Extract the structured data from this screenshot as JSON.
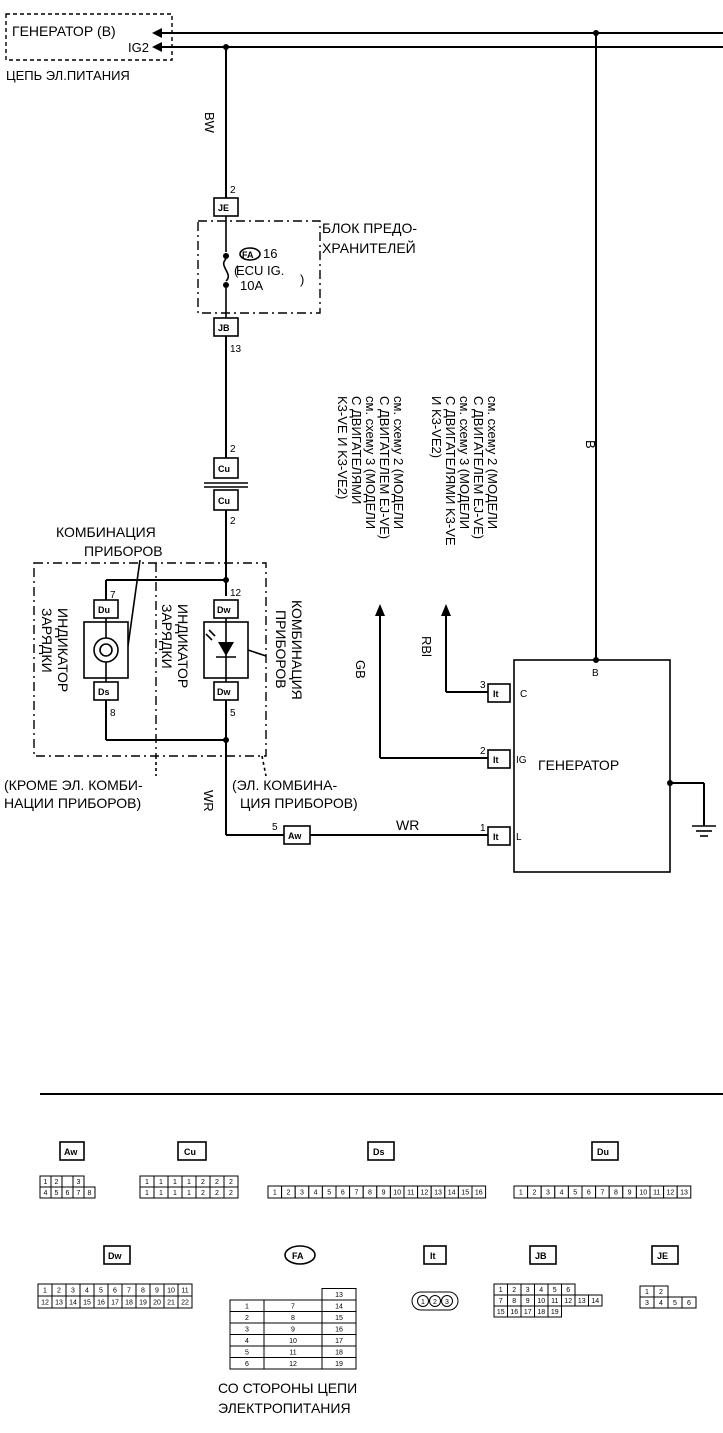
{
  "top": {
    "gen_b": "ГЕНЕРАТОР (B)",
    "ig2": "IG2",
    "power_circuit": "ЦЕПЬ ЭЛ.ПИТАНИЯ"
  },
  "wires": {
    "bw": "BW",
    "b": "B",
    "wr_vertical": "WR",
    "wr_horizontal": "WR",
    "gb": "GB",
    "rbl": "RBl"
  },
  "fuse_block": {
    "title_line1": "БЛОК ПРЕДО-",
    "title_line2": "ХРАНИТЕЛЕЙ",
    "fa_tag": "FA",
    "fuse_no": "16",
    "fuse_name": "ECU IG.",
    "fuse_rating": "10A",
    "je_tag": "JE",
    "je_pin": "2",
    "jb_tag": "JB",
    "jb_pin": "13"
  },
  "cu_connector": {
    "tag": "Cu",
    "pin_top": "2",
    "pin_bottom": "2"
  },
  "cluster": {
    "title_top_line1": "КОМБИНАЦИЯ",
    "title_top_line2": "ПРИБОРОВ",
    "title_right_line1": "КОМБИНАЦИЯ",
    "title_right_line2": "ПРИБОРОВ",
    "indicator_left_line1": "ИНДИКАТОР",
    "indicator_left_line2": "ЗАРЯДКИ",
    "indicator_right_line1": "ИНДИКАТОР",
    "indicator_right_line2": "ЗАРЯДКИ",
    "du_tag": "Du",
    "du_pin": "7",
    "ds_tag": "Ds",
    "ds_pin": "8",
    "dw_top_tag": "Dw",
    "dw_top_pin": "12",
    "dw_bot_tag": "Dw",
    "dw_bot_pin": "5",
    "except_line1": "(КРОМЕ ЭЛ. КОМБИ-",
    "except_line2": "НАЦИИ ПРИБОРОВ)",
    "electro_line1": "(ЭЛ. КОМБИНА-",
    "electro_line2": "ЦИЯ ПРИБОРОВ)"
  },
  "notes": {
    "n1_line1": "см. схему 2 (МОДЕЛИ",
    "n1_line2": "С ДВИГАТЕЛЕМ EJ-VE)",
    "n1_line3": "см. схему 3 (МОДЕЛИ",
    "n1_line4": "С ДВИГАТЕЛЯМИ K3-VE",
    "n1_line5": "И K3-VE2)",
    "n2_line1": "см. схему 2 (МОДЕЛИ",
    "n2_line2": "С ДВИГАТЕЛЕМ EJ-VE)",
    "n2_line3": "см. схему 3 (МОДЕЛИ",
    "n2_line4": "С ДВИГАТЕЛЯМИ",
    "n2_line5": "K3-VE И K3-VE2)"
  },
  "generator": {
    "name": "ГЕНЕРАТОР",
    "b_term": "B",
    "c_term": "C",
    "c_pin": "3",
    "c_tag": "It",
    "ig_term": "IG",
    "ig_pin": "2",
    "ig_tag": "It",
    "l_term": "L",
    "l_pin": "1",
    "l_tag": "It"
  },
  "aw_inline": {
    "tag": "Aw",
    "pin": "5"
  },
  "legend": {
    "aw": {
      "tag": "Aw",
      "row1": [
        "1",
        "2",
        "",
        "3"
      ],
      "row2": [
        "4",
        "5",
        "6",
        "7",
        "8"
      ]
    },
    "cu": {
      "tag": "Cu",
      "row1": [
        "1",
        "1",
        "1",
        "1",
        "2",
        "2",
        "2"
      ],
      "row2": [
        "1",
        "1",
        "1",
        "1",
        "2",
        "2",
        "2"
      ]
    },
    "ds": {
      "tag": "Ds",
      "row1": [
        "1",
        "2",
        "3",
        "4",
        "5",
        "6",
        "7",
        "8",
        "9",
        "10",
        "11",
        "12",
        "13",
        "14",
        "15",
        "16"
      ]
    },
    "du": {
      "tag": "Du",
      "row1": [
        "1",
        "2",
        "3",
        "4",
        "5",
        "6",
        "7",
        "8",
        "9",
        "10",
        "11",
        "12",
        "13"
      ]
    },
    "dw": {
      "tag": "Dw",
      "row1": [
        "1",
        "2",
        "3",
        "4",
        "5",
        "6",
        "7",
        "8",
        "9",
        "10",
        "11"
      ],
      "row2": [
        "12",
        "13",
        "14",
        "15",
        "16",
        "17",
        "18",
        "19",
        "20",
        "21",
        "22"
      ]
    },
    "fa": {
      "tag": "FA",
      "left": [
        "1",
        "2",
        "3",
        "4",
        "5",
        "6"
      ],
      "mid": [
        "7",
        "8",
        "9",
        "10",
        "11",
        "12"
      ],
      "right": [
        "13",
        "14",
        "15",
        "16",
        "17",
        "18",
        "19"
      ],
      "caption_line1": "СО СТОРОНЫ ЦЕПИ",
      "caption_line2": "ЭЛЕКТРОПИТАНИЯ"
    },
    "it": {
      "tag": "It",
      "pins": [
        "1",
        "2",
        "3"
      ]
    },
    "jb": {
      "tag": "JB",
      "row1": [
        "1",
        "2",
        "3",
        "4",
        "5",
        "6"
      ],
      "row2": [
        "7",
        "8",
        "9",
        "10",
        "11",
        "12",
        "13",
        "14"
      ],
      "row3": [
        "15",
        "16",
        "17",
        "18",
        "19"
      ]
    },
    "je": {
      "tag": "JE",
      "row1": [
        "1",
        "2"
      ],
      "row2": [
        "3",
        "4",
        "5",
        "6"
      ]
    }
  }
}
